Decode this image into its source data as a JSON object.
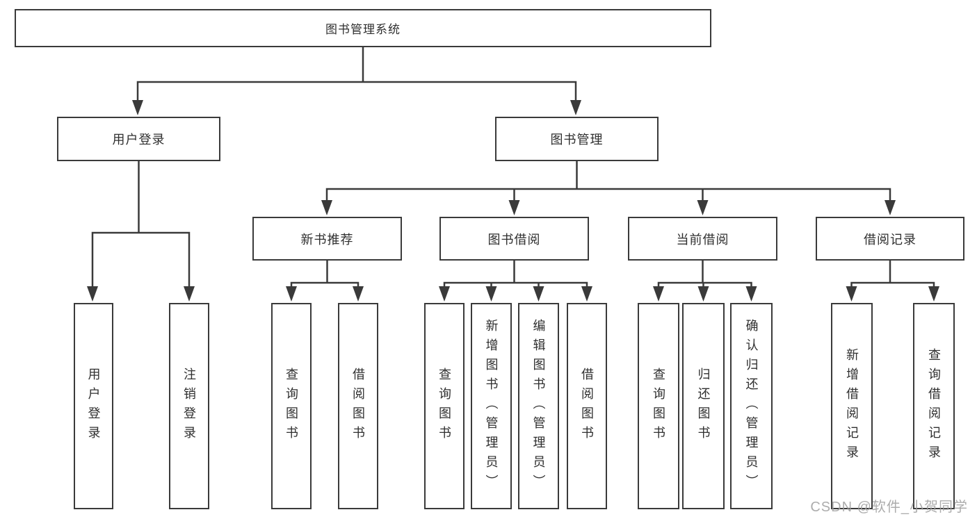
{
  "colors": {
    "line": "#3a3a3a",
    "box_border": "#3a3a3a",
    "box_background": "#ffffff",
    "text": "#2f2f2f",
    "watermark": "#9e9e9e"
  },
  "watermark": {
    "text": "CSDN @软件_小贺同学"
  },
  "tree": {
    "root": {
      "label": "图书管理系统"
    },
    "children": [
      {
        "label": "用户登录",
        "children": [
          {
            "label": "用户登录"
          },
          {
            "label": "注销登录"
          }
        ]
      },
      {
        "label": "图书管理",
        "children": [
          {
            "label": "新书推荐",
            "children": [
              {
                "label": "查询图书"
              },
              {
                "label": "借阅图书"
              }
            ]
          },
          {
            "label": "图书借阅",
            "children": [
              {
                "label": "查询图书"
              },
              {
                "label": "新增图书（管理员）"
              },
              {
                "label": "编辑图书（管理员）"
              },
              {
                "label": "借阅图书"
              }
            ]
          },
          {
            "label": "当前借阅",
            "children": [
              {
                "label": "查询图书"
              },
              {
                "label": "归还图书"
              },
              {
                "label": "确认归还（管理员）"
              }
            ]
          },
          {
            "label": "借阅记录",
            "children": [
              {
                "label": "新增借阅记录"
              },
              {
                "label": "查询借阅记录"
              }
            ]
          }
        ]
      }
    ]
  }
}
